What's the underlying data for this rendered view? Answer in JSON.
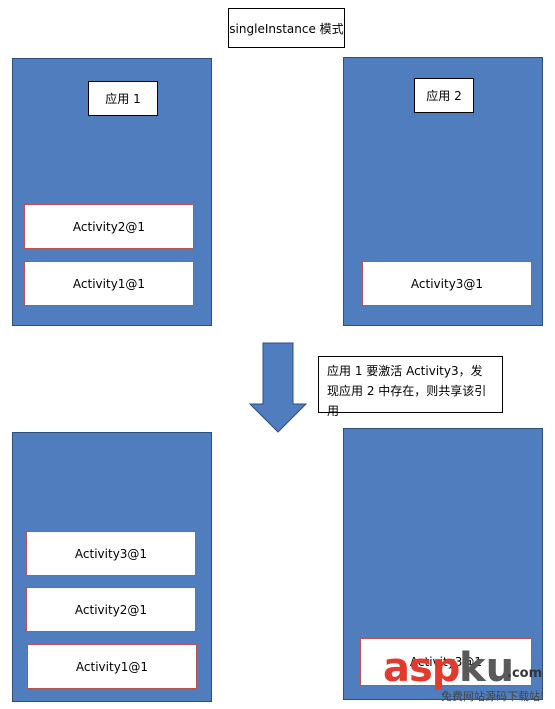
{
  "title": "singleInstance 模式",
  "top": {
    "app1_label": "应用 1",
    "app2_label": "应用 2",
    "app1_activities": [
      "Activity2@1",
      "Activity1@1"
    ],
    "app2_activities": [
      "Activity3@1"
    ]
  },
  "arrow_note": "应用 1 要激活 Activity3，发现应用 2 中存在，则共享该引用",
  "bottom": {
    "app1_activities": [
      "Activity3@1",
      "Activity2@1",
      "Activity1@1"
    ],
    "app2_activities": [
      "Activity3@1"
    ]
  },
  "watermark": {
    "brand_left": "asp",
    "brand_right": "ku",
    "brand_suffix": ".com",
    "tagline": "免费网站源码下载站!"
  },
  "colors": {
    "panel": "#4f7dbd",
    "activity_border": "#c0504d",
    "arrow": "#4f7dbd"
  }
}
